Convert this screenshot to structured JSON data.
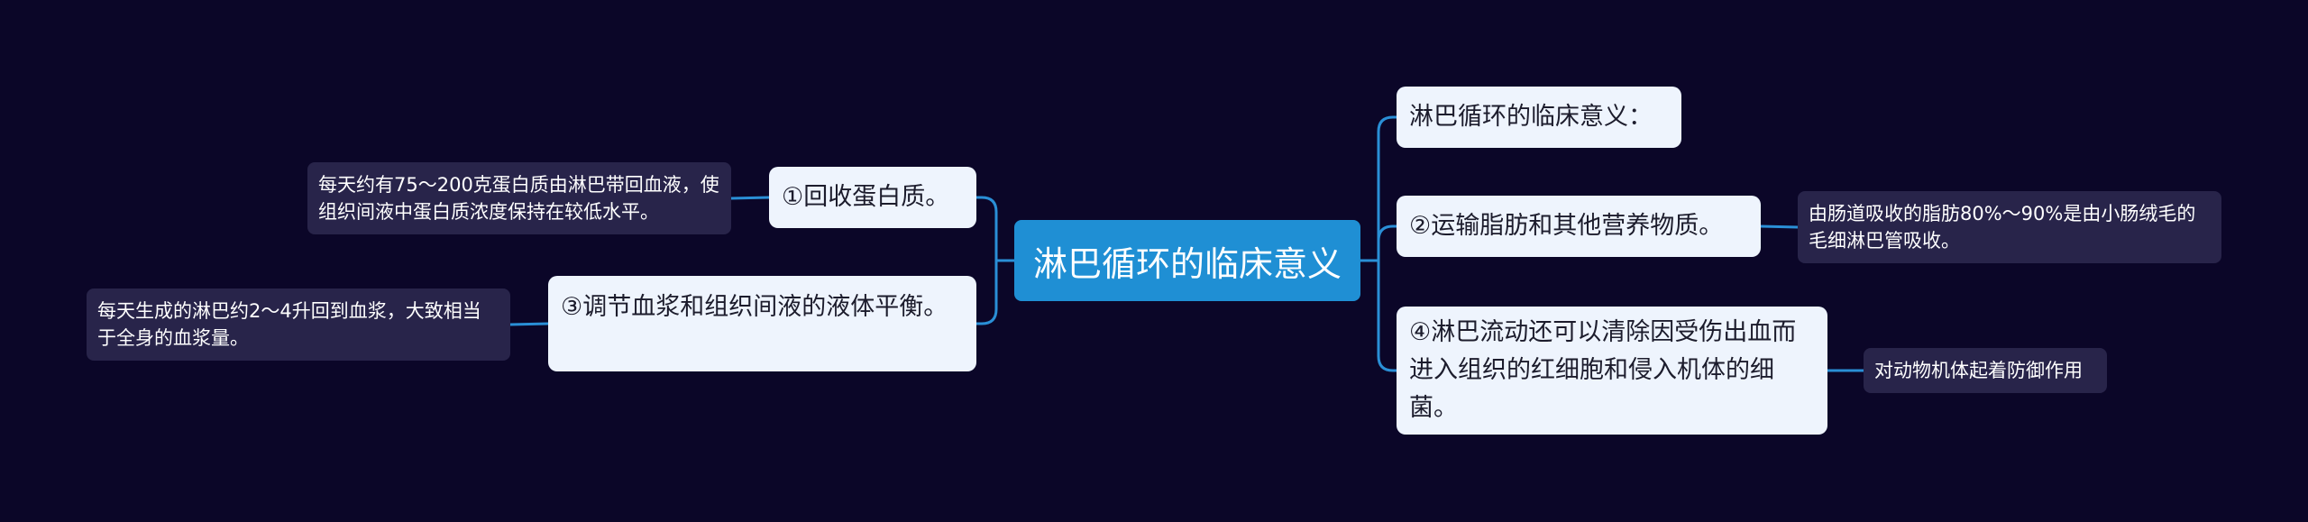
{
  "mindmap": {
    "center": {
      "label": "淋巴循环的临床意义"
    },
    "right_branches": [
      {
        "label": "淋巴循环的临床意义："
      },
      {
        "label": "②运输脂肪和其他营养物质。",
        "detail": "由肠道吸收的脂肪80%～90%是由小肠绒毛的毛细淋巴管吸收。"
      },
      {
        "label": "④淋巴流动还可以清除因受伤出血而进入组织的红细胞和侵入机体的细菌。",
        "detail": "对动物机体起着防御作用"
      }
    ],
    "left_branches": [
      {
        "label": "①回收蛋白质。",
        "detail": "每天约有75～200克蛋白质由淋巴带回血液，使组织间液中蛋白质浓度保持在较低水平。"
      },
      {
        "label": "③调节血浆和组织间液的液体平衡。",
        "detail": "每天生成的淋巴约2～4升回到血浆，大致相当于全身的血浆量。"
      }
    ]
  },
  "colors": {
    "background": "#0b0628",
    "center_fill": "#1f8fd4",
    "branch_fill": "#eef4fd",
    "detail_fill": "#28244a",
    "connector": "#2a8fd6"
  }
}
